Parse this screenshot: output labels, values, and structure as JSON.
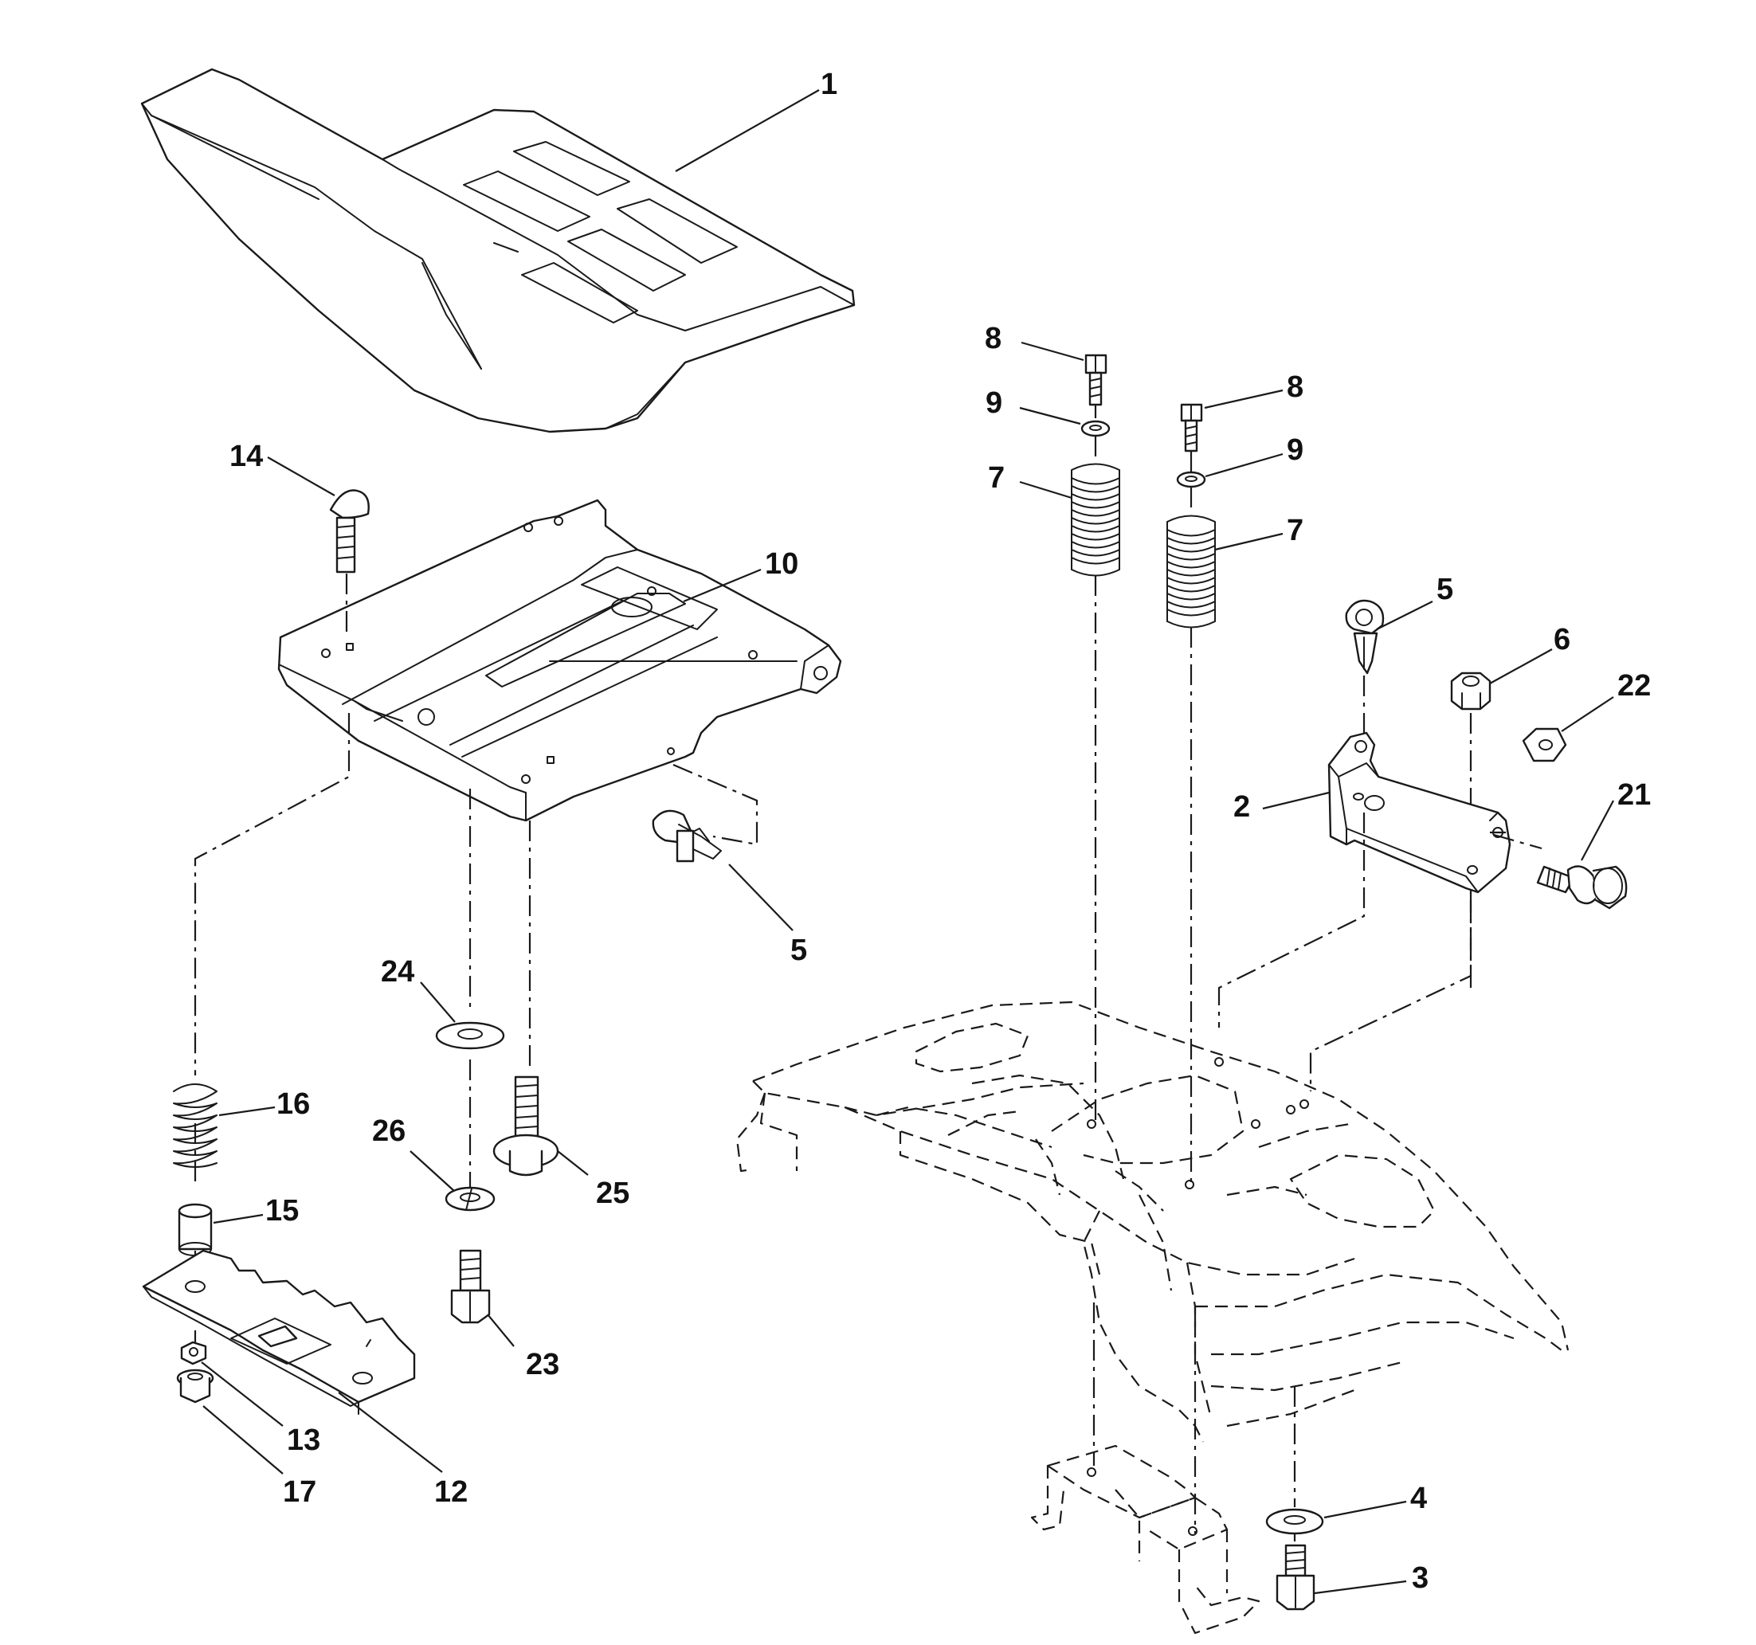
{
  "figure": "seat assembly exploded parts diagram",
  "callouts": {
    "seat": "1",
    "seat_pan": "10",
    "carriage_bolt": "14",
    "knob_left": "5",
    "washer_24": "24",
    "spring_16": "16",
    "washer_26": "26",
    "bolt_25": "25",
    "spacer_15": "15",
    "bolt_23": "23",
    "bracket_12": "12",
    "nut_13": "13",
    "nut_17": "17",
    "bolt_8a": "8",
    "bolt_8b": "8",
    "washer_9a": "9",
    "washer_9b": "9",
    "spring_7a": "7",
    "spring_7b": "7",
    "knob_right": "5",
    "locknut_6": "6",
    "nut_22": "22",
    "bracket_2": "2",
    "bolt_21": "21",
    "washer_4": "4",
    "bolt_3": "3"
  }
}
